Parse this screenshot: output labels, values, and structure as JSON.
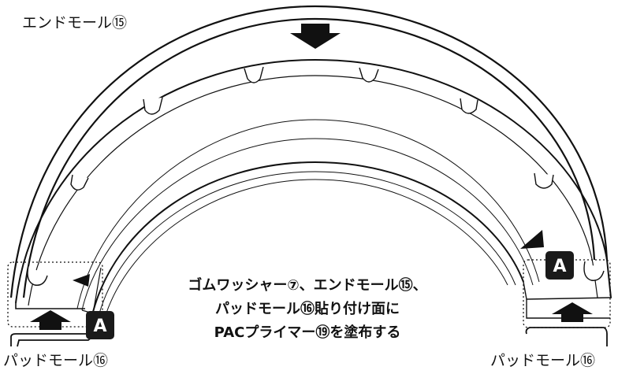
{
  "labels": {
    "end_mold": "エンドモール⑮",
    "pad_mold_left": "パッドモール⑯",
    "pad_mold_right": "パッドモール⑯"
  },
  "markers": {
    "a_left": "A",
    "a_right": "A"
  },
  "instruction": {
    "line1": "ゴムワッシャー⑦、エンドモール⑮、",
    "line2": "パッドモール⑯貼り付け面に",
    "line3": "PACプライマー⑲を塗布する"
  }
}
